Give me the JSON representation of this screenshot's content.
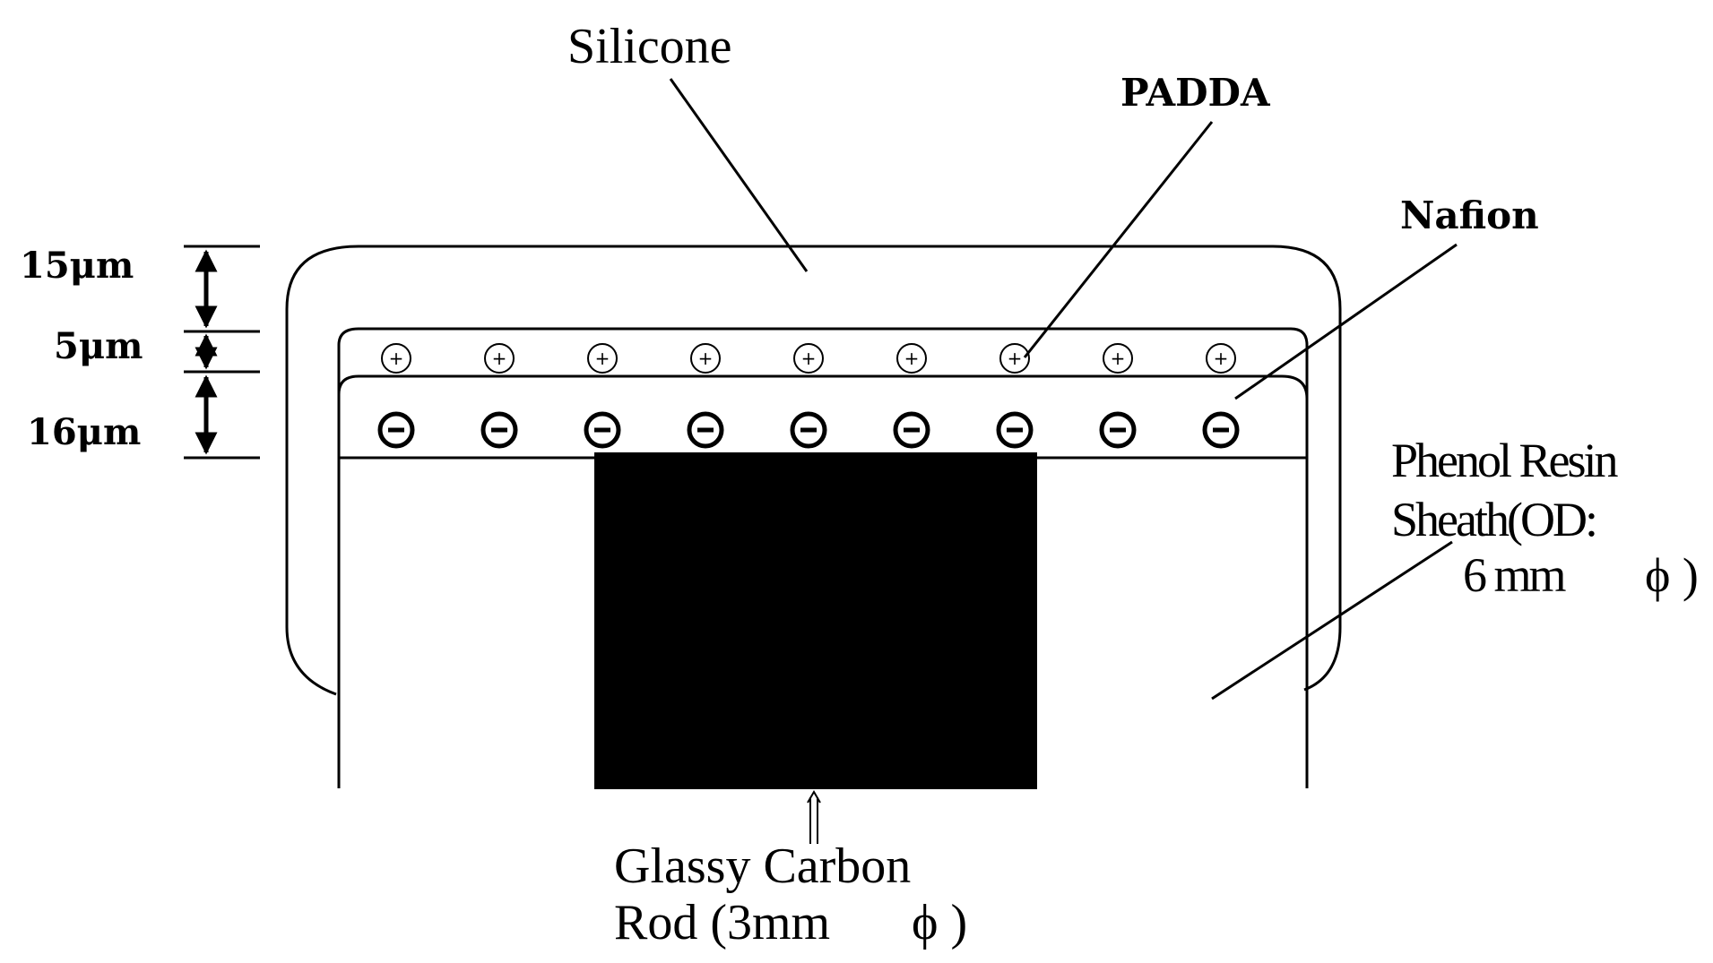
{
  "labels": {
    "silicone": "Silicone",
    "padda": "PADDA",
    "nafion": "Nafion",
    "phenol_line1": "Phenol Resin",
    "phenol_line2": "Sheath(OD:",
    "phenol_line3_value": "6 mm",
    "phenol_line3_symbol": "ϕ )",
    "carbon_line1": "Glassy Carbon",
    "carbon_line2_value": "Rod (3mm",
    "carbon_line2_symbol": "ϕ )"
  },
  "dimensions": {
    "silicone_thickness": "15μm",
    "padda_thickness": "5μm",
    "nafion_thickness": "16μm"
  },
  "charges": {
    "positive_symbol": "+",
    "negative_symbol": "−",
    "positive_count": 9,
    "negative_count": 9
  },
  "colors": {
    "ink": "#000000",
    "background": "#ffffff"
  }
}
